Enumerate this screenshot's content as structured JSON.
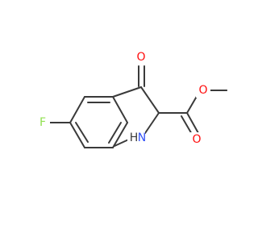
{
  "molecule": {
    "atoms": {
      "oxygen_ketone": {
        "text": "O",
        "color": "#ff0d0d"
      },
      "oxygen_ester_single": {
        "text": "O",
        "color": "#ff0d0d"
      },
      "oxygen_ester_double": {
        "text": "O",
        "color": "#ff0d0d"
      },
      "fluorine": {
        "text": "F",
        "color": "#90e050"
      },
      "nitrogen_h": {
        "text": "H",
        "color": "#3a3a3a"
      },
      "nitrogen_n": {
        "text": "N",
        "color": "#3050f8"
      }
    },
    "bond_color": "#3a3a3a"
  }
}
